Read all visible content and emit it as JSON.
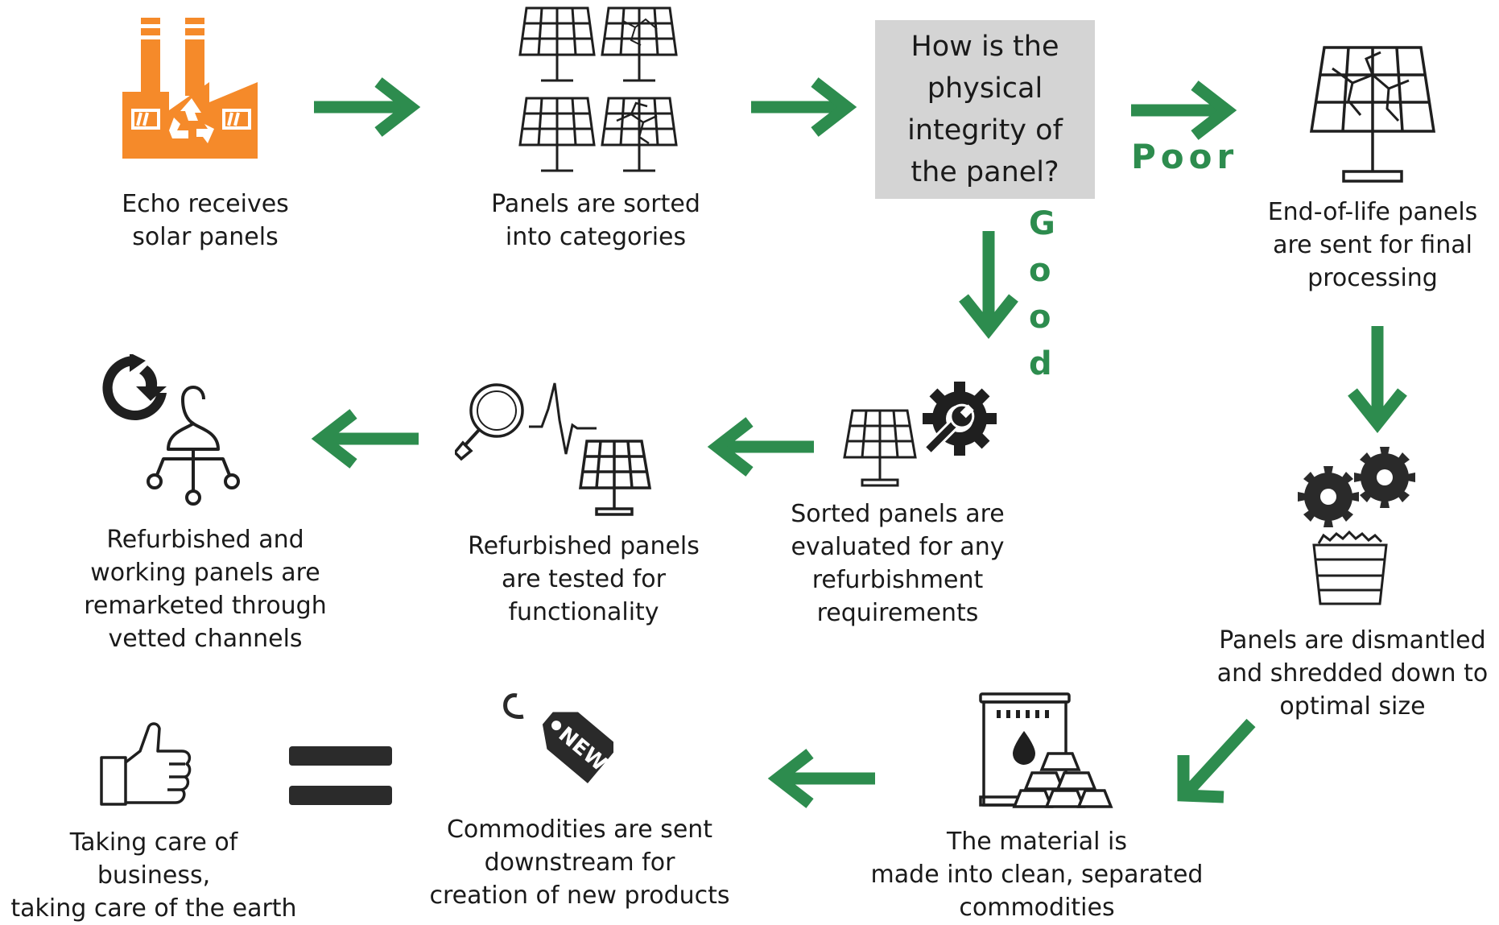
{
  "colors": {
    "arrow": "#2d8c4e",
    "factory": "#f58a2a",
    "question_box": "#d4d4d4",
    "icon": "#1f1f1f"
  },
  "steps": [
    {
      "label": "Echo receives\nsolar panels",
      "icon": "factory-recycle-icon"
    },
    {
      "label": "Panels are sorted\ninto categories",
      "icon": "solar-panels-grid-icon"
    },
    {
      "label": "How is the\nphysical\nintegrity of\nthe panel?",
      "icon": ""
    },
    {
      "label": "End-of-life panels\nare sent for final\nprocessing",
      "icon": "broken-solar-panel-icon"
    },
    {
      "label": "Panels are dismantled\nand shredded down to\noptimal size",
      "icon": "shredder-icon"
    },
    {
      "label": "The material is\nmade into clean, separated\ncommodities",
      "icon": "commodities-icon"
    },
    {
      "label": "Commodities are sent\ndownstream for\ncreation of new products",
      "icon": "new-tag-icon"
    },
    {
      "label": "Taking care of\nbusiness,\ntaking care of the earth",
      "icon": "thumbs-up-icon"
    },
    {
      "label": "Sorted panels are\nevaluated for any\nrefurbishment\nrequirements",
      "icon": "panel-gear-wrench-icon"
    },
    {
      "label": "Refurbished panels\nare tested for\nfunctionality",
      "icon": "magnifier-pulse-panel-icon"
    },
    {
      "label": "Refurbished and\nworking panels are\nremarketed through\nvetted channels",
      "icon": "person-network-icon"
    }
  ],
  "branches": {
    "poor": "Poor",
    "good": [
      "G",
      "o",
      "o",
      "d"
    ]
  }
}
